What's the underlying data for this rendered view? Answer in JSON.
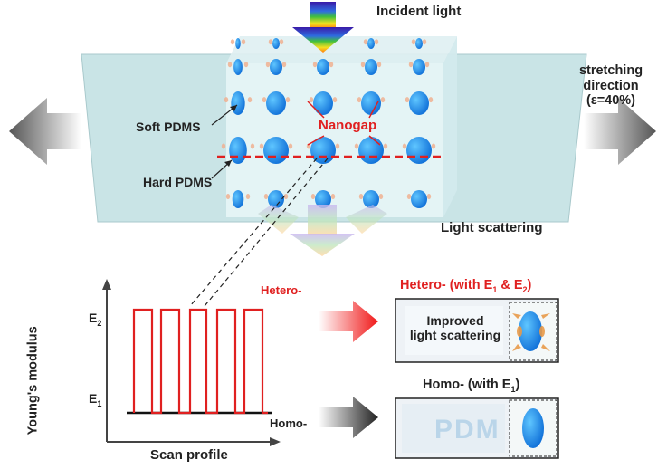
{
  "top": {
    "incident_light": "Incident light",
    "stretching": [
      "stretching",
      "direction",
      "(ε=40%)"
    ],
    "soft_pdms": "Soft PDMS",
    "hard_pdms": "Hard PDMS",
    "nanogap": "Nanogap",
    "light_scattering": "Light scattering"
  },
  "plot": {
    "ylabel": "Young's modulus",
    "xlabel": "Scan profile",
    "e2": "E",
    "e2_sub": "2",
    "e1": "E",
    "e1_sub": "1",
    "hetero_label": "Hetero-",
    "homo_label": "Homo-"
  },
  "panels": {
    "hetero_title": "Hetero- (with E",
    "hetero_sub1": "1",
    "hetero_amp": " & E",
    "hetero_sub2": "2",
    "hetero_close": ")",
    "improved_1": "Improved",
    "improved_2": "light scattering",
    "homo_title": "Homo- (with E",
    "homo_sub": "1",
    "homo_close": ")",
    "faint_text": "PDM"
  },
  "colors": {
    "red": "#e02020",
    "blue_dot": "#1e8fe8",
    "slab": "#c9e4e6",
    "cube": "#e6f4f6"
  }
}
